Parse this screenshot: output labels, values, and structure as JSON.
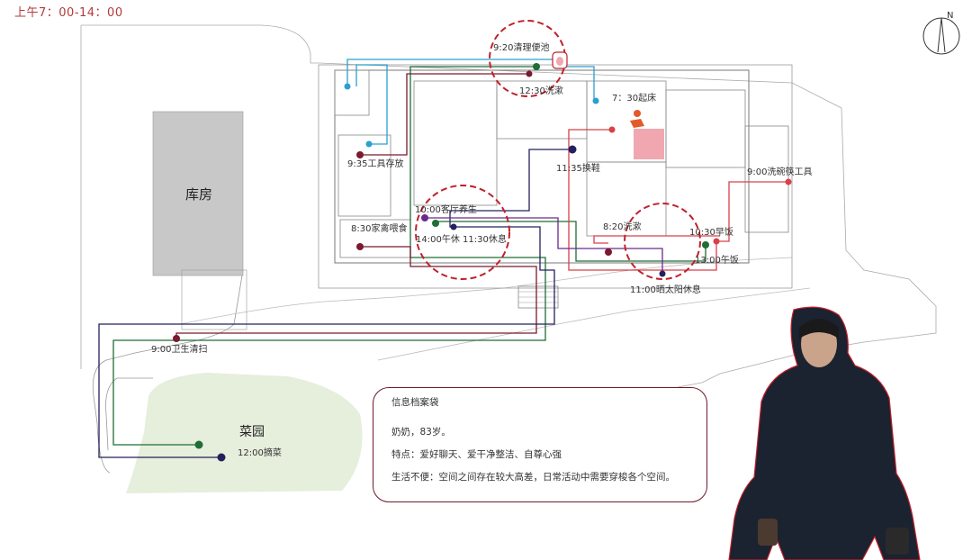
{
  "time_range": "上午7：00-14：00",
  "compass_label": "N",
  "areas": {
    "warehouse": "库房",
    "garden": "菜园"
  },
  "activities": [
    {
      "id": "clean-toilet",
      "label": "9:20清理便池"
    },
    {
      "id": "wash-face",
      "label": "12:30洗漱"
    },
    {
      "id": "wake-up",
      "label": "7：30起床"
    },
    {
      "id": "tool-storage",
      "label": "9:35工具存放"
    },
    {
      "id": "change-shoes",
      "label": "11:35换鞋"
    },
    {
      "id": "living-room-rest",
      "label": "10:00客厅养生"
    },
    {
      "id": "nap",
      "label": "14:00午休"
    },
    {
      "id": "rest",
      "label": "11:30休息"
    },
    {
      "id": "feed-poultry",
      "label": "8:30家禽喂食"
    },
    {
      "id": "wash",
      "label": "8:20洗漱"
    },
    {
      "id": "breakfast",
      "label": "10:30早饭"
    },
    {
      "id": "lunch",
      "label": "13:00午饭"
    },
    {
      "id": "sun-rest",
      "label": "11:00晒太阳休息"
    },
    {
      "id": "dishes",
      "label": "9:00洗碗筷工具"
    },
    {
      "id": "yard-cleaning",
      "label": "9:00卫生清扫"
    },
    {
      "id": "vegetables",
      "label": "12:00摘菜"
    }
  ],
  "info": {
    "title": "信息档案袋",
    "profile": "奶奶，83岁。",
    "traits": "特点：爱好聊天、爱干净整洁、自尊心强",
    "inconvenience": "生活不便：空间之间存在较大高差，日常活动中需要穿梭各个空间。"
  },
  "colors": {
    "cyan": "#2aa0d0",
    "green": "#1f6e35",
    "maroon": "#7a1a2e",
    "navy": "#23205e",
    "red": "#d8404a",
    "purple": "#6a2a8a",
    "highlight_circle": "#c0202a",
    "bed": "#f1a7b0",
    "warehouse_fill": "#c8c8c8",
    "garden_fill": "#e6eedc"
  }
}
